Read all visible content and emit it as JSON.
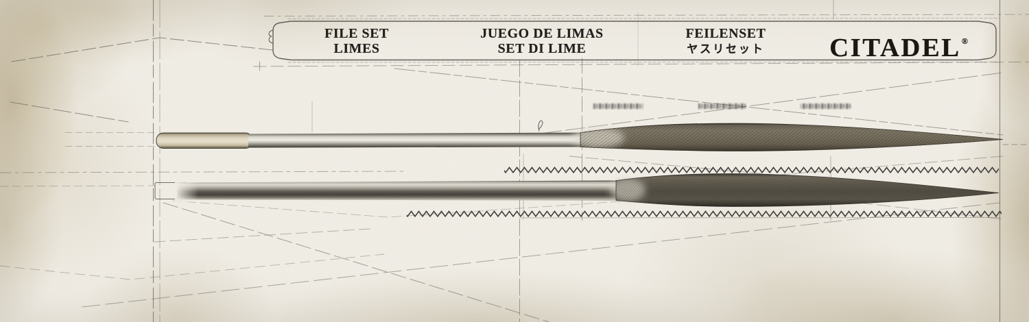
{
  "brand": {
    "name": "CITADEL",
    "registered_mark": "®"
  },
  "title_panel": {
    "titles": [
      {
        "line1": "FILE SET",
        "line2": "LIMES"
      },
      {
        "line1": "JUEGO DE LIMAS",
        "line2": "SET DI LIME"
      },
      {
        "line1": "FEILENSET",
        "line2": "ヤスリセット"
      }
    ]
  },
  "depicted_items": [
    {
      "name": "flat needle file with wrapped tang, tip pointing right"
    },
    {
      "name": "round needle file, tip pointing right"
    }
  ],
  "colors": {
    "paper": "#f2efe8",
    "stain": "#c2b394",
    "ink": "#1c1b17",
    "sketch_line": "#66645c",
    "zigzag": "#3b3936",
    "file_handle": "#ddd5bf",
    "steel": "#d7d5cd",
    "file_teeth": "#6f6858"
  }
}
